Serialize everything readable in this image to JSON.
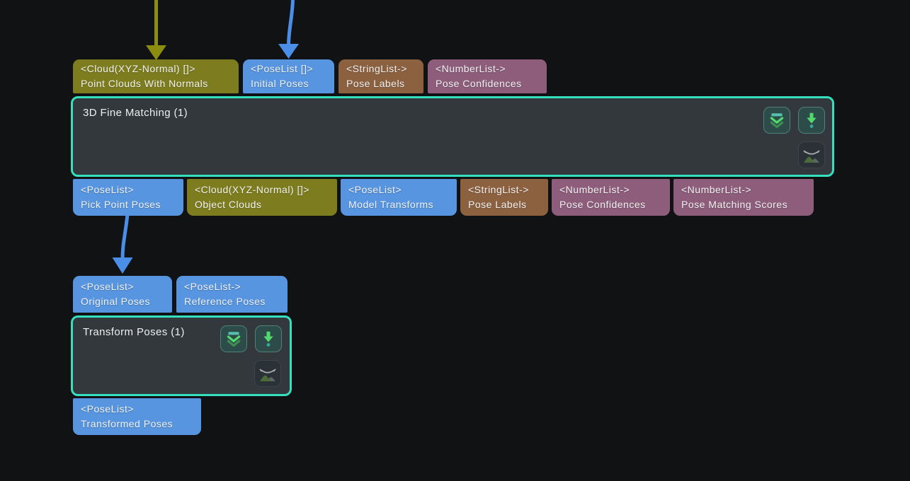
{
  "palette": {
    "canvas_bg": "#111214",
    "port_olive": "#7d7d1f",
    "port_blue": "#5795e1",
    "port_brown": "#8c6140",
    "port_purple": "#8d5d7b",
    "node_bg": "#32383b",
    "node_border": "#35e0bf",
    "port_text": "#f2f2f2",
    "edge_olive": "#8c8c10",
    "edge_blue": "#4b8ee8",
    "icon_teal": "#57bfae",
    "icon_green": "#52d96e",
    "icon_green_dim": "#3c8e52",
    "icon_dot": "#3aa89a",
    "eye_gray": "#a9aeb2",
    "mountain_green": "#4d6a3a",
    "mountain_gray": "#5a6660"
  },
  "icons": {
    "fast_forward": "double-chevron-down",
    "run_step": "arrow-down-with-dot",
    "preview": "hidden-image-closed-eye"
  },
  "graph": {
    "nodes": [
      {
        "title": "3D Fine Matching (1)",
        "inputs": [
          {
            "type": "<Cloud(XYZ-Normal) []>",
            "name": "Point Clouds With Normals",
            "color": "port_olive"
          },
          {
            "type": "<PoseList []>",
            "name": "Initial Poses",
            "color": "port_blue"
          },
          {
            "type": "<StringList->",
            "name": "Pose Labels",
            "color": "port_brown"
          },
          {
            "type": "<NumberList->",
            "name": "Pose Confidences",
            "color": "port_purple"
          }
        ],
        "outputs": [
          {
            "type": "<PoseList>",
            "name": "Pick Point Poses",
            "color": "port_blue"
          },
          {
            "type": "<Cloud(XYZ-Normal) []>",
            "name": "Object Clouds",
            "color": "port_olive"
          },
          {
            "type": "<PoseList>",
            "name": "Model Transforms",
            "color": "port_blue"
          },
          {
            "type": "<StringList->",
            "name": "Pose Labels",
            "color": "port_brown"
          },
          {
            "type": "<NumberList->",
            "name": "Pose Confidences",
            "color": "port_purple"
          },
          {
            "type": "<NumberList->",
            "name": "Pose Matching Scores",
            "color": "port_purple"
          }
        ]
      },
      {
        "title": "Transform Poses (1)",
        "inputs": [
          {
            "type": "<PoseList>",
            "name": "Original Poses",
            "color": "port_blue"
          },
          {
            "type": "<PoseList->",
            "name": "Reference Poses",
            "color": "port_blue"
          }
        ],
        "outputs": [
          {
            "type": "<PoseList>",
            "name": "Transformed Poses",
            "color": "port_blue"
          }
        ]
      }
    ],
    "edges": [
      {
        "to": "Point Clouds With Normals",
        "color": "edge_olive"
      },
      {
        "to": "Initial Poses",
        "color": "edge_blue"
      },
      {
        "from": "Pick Point Poses",
        "to": "Original Poses",
        "color": "edge_blue"
      }
    ]
  }
}
